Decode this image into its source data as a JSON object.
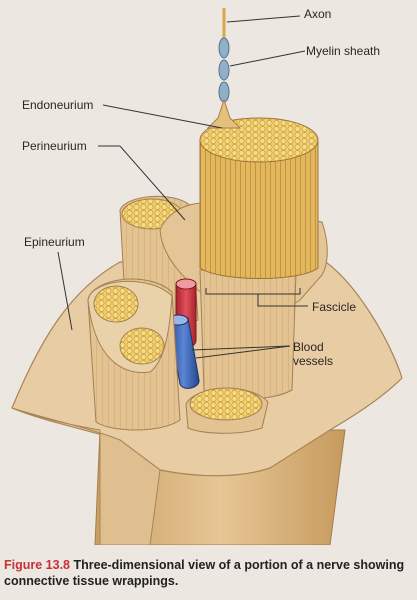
{
  "labels": {
    "axon": "Axon",
    "myelin": "Myelin sheath",
    "endoneurium": "Endoneurium",
    "perineurium": "Perineurium",
    "epineurium": "Epineurium",
    "fascicle": "Fascicle",
    "blood_line1": "Blood",
    "blood_line2": "vessels"
  },
  "caption": {
    "figure": "Figure 13.8",
    "text": "Three-dimensional view of a portion of a nerve showing connective tissue wrappings."
  },
  "colors": {
    "tissue": "#e7c89a",
    "tissue_dark": "#cfa66c",
    "fiber": "#e0b45a",
    "fiber_face": "#f0cf6a",
    "artery": "#d8404a",
    "vein": "#3a66b8",
    "caption_accent": "#c9303a"
  }
}
